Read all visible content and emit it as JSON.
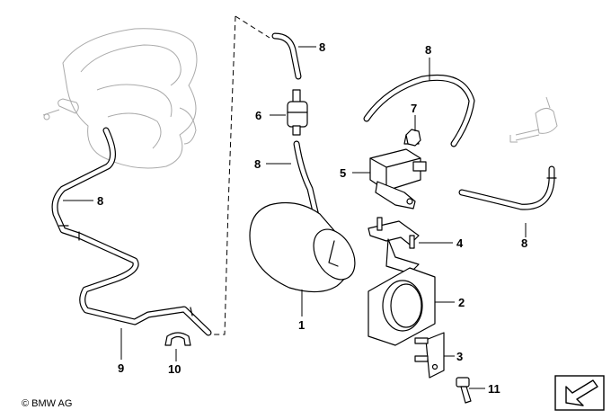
{
  "callouts": {
    "c1": "1",
    "c2": "2",
    "c3": "3",
    "c4": "4",
    "c5": "5",
    "c6": "6",
    "c7": "7",
    "c8a": "8",
    "c8b": "8",
    "c8c": "8",
    "c8d": "8",
    "c8e": "8",
    "c9": "9",
    "c10": "10",
    "c11": "11"
  },
  "copyright": "© BMW AG",
  "nav_icon": "arrow-down-left-icon"
}
